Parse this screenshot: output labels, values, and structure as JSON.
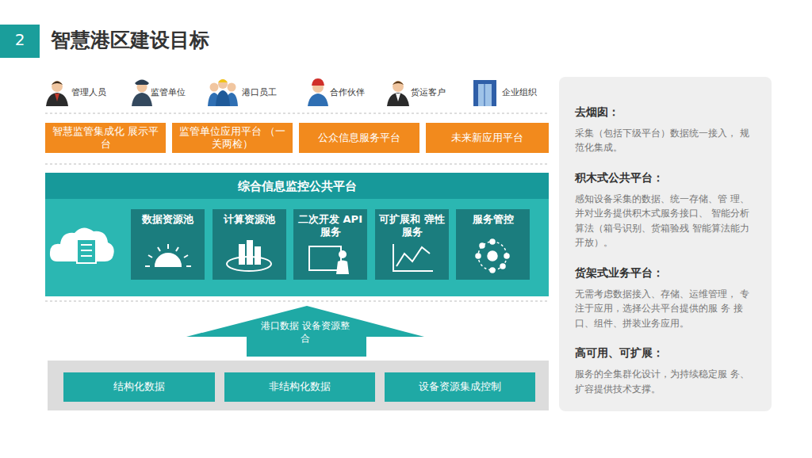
{
  "diagram": {
    "title": "智慧港区建设目标",
    "nodes": [
      {
        "text": [
          "智慧监管集成化 展示平台"
        ]
      },
      {
        "text": [
          "监管单位应用平台 （一关两检）"
        ]
      },
      {
        "text": [
          "公众信息服务平台"
        ]
      },
      {
        "text": [
          "未来新应用平台"
        ]
      },
      {
        "text": [
          "综合信息监控公共平台"
        ]
      },
      {
        "text": [
          "数据资源池"
        ],
        "in": 4
      },
      {
        "text": [
          "计算资源池"
        ],
        "in": 4
      },
      {
        "text": [
          "二次开发 API服务"
        ],
        "in": 4
      },
      {
        "text": [
          "可扩展和 弹性服务"
        ],
        "in": 4
      },
      {
        "text": [
          "服务管控"
        ],
        "in": 4
      },
      {
        "text": [
          "港口数据 设备资源整合"
        ]
      },
      {
        "text": [
          "结构化数据"
        ]
      },
      {
        "text": [
          "非结构化数据"
        ]
      },
      {
        "text": [
          "设备资源集成控制"
        ]
      },
      {
        "text": [
          "去烟囱：",
          "采集（包括下级平台）数据统一接入， 规范化集成。",
          "积木式公共平台：",
          "感知设备采集的数据、统一存储、管 理、 并对业务提供积木式服务接口、 智能分析算法（箱号识别、货箱验残 智能算法能力开放）。",
          "货架式业务平台：",
          "无需考虑数据接入、存储、运维管理， 专注于应用，选择公共平台提供的服 务 接口、组件、拼装业务应用。",
          "高可用、可扩展：",
          "服务的全集群化设计，为持续稳定服 务、扩容提供技术支撑。"
        ]
      }
    ],
    "labels": [
      "2",
      "管理人员",
      "监管单位",
      "港口员工",
      "合作伙伴",
      "货运客户",
      "企业组织"
    ]
  }
}
